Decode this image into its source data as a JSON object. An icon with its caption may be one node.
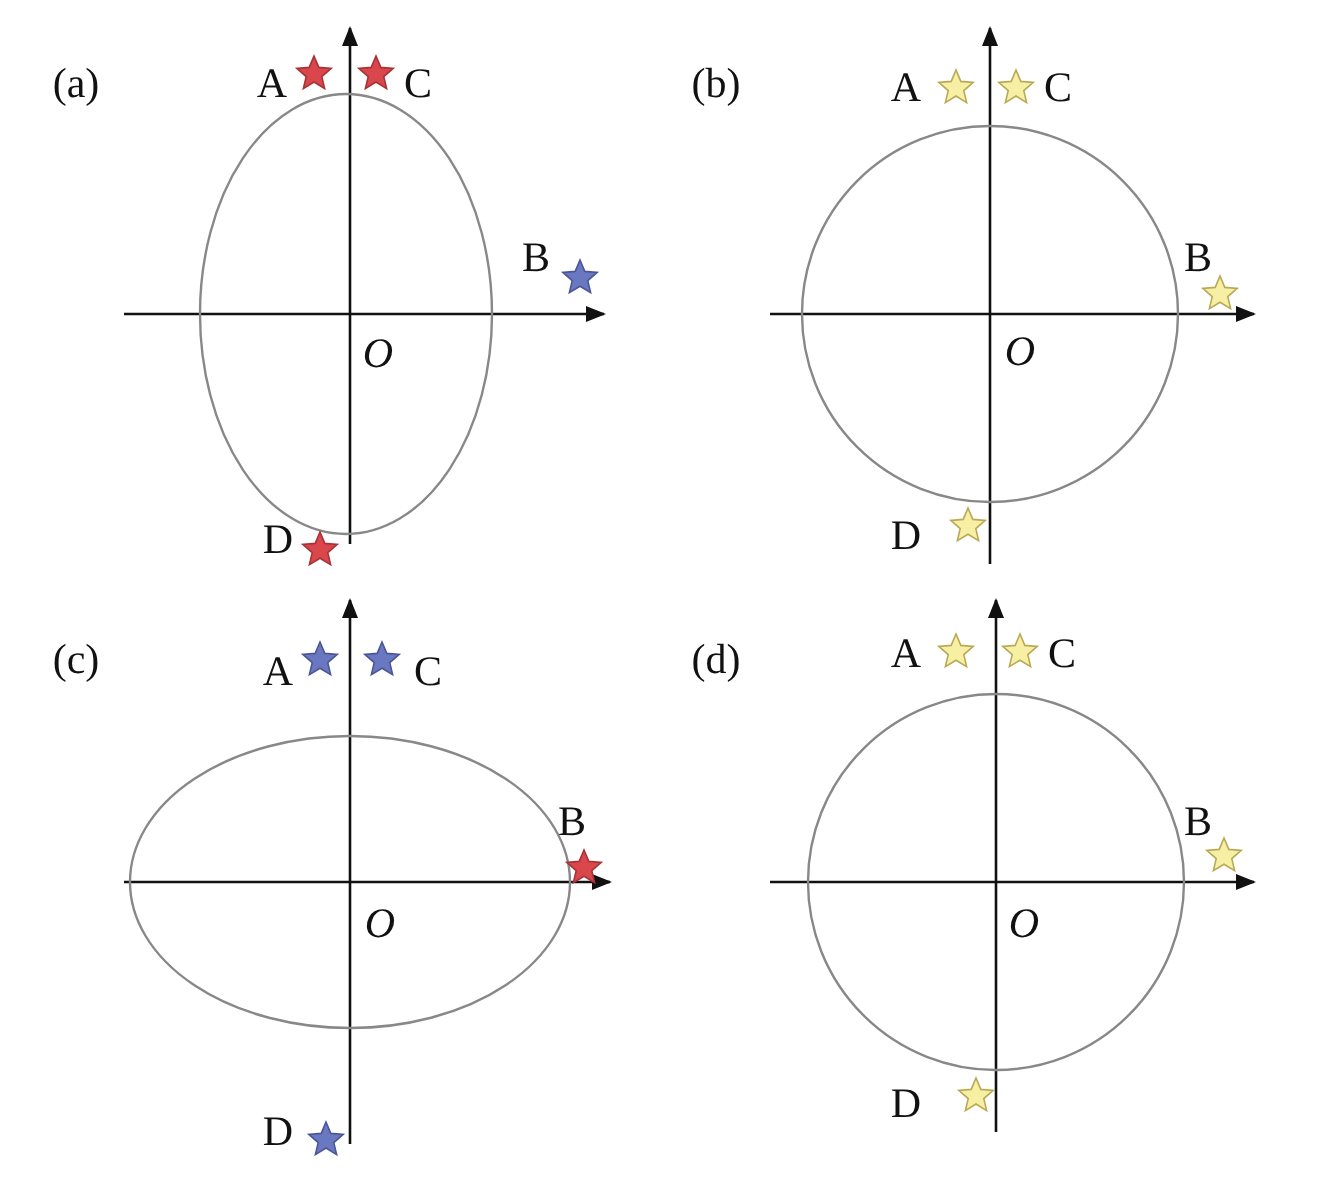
{
  "diagram": {
    "labels": [
      "(a)",
      "A",
      "C",
      "B",
      "O",
      "D",
      "(b)",
      "A",
      "C",
      "B",
      "O",
      "D",
      "(c)",
      "A",
      "C",
      "B",
      "O",
      "D",
      "(d)",
      "A",
      "C",
      "B",
      "O",
      "D"
    ]
  }
}
